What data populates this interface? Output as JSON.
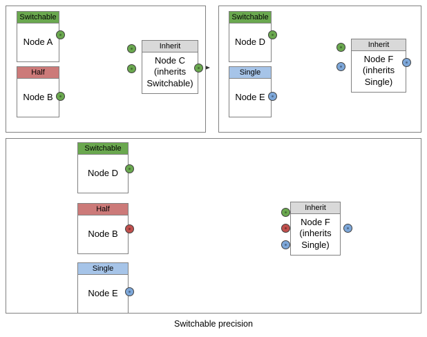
{
  "diagram": {
    "caption": "Switchable precision",
    "colors": {
      "switchable": "#6aa84f",
      "half": "#cc7a79",
      "single": "#a6c4e8",
      "inherit": "#d9d9d9",
      "port_green": "#6aa84f",
      "port_red": "#c0504d",
      "port_blue": "#7da7d9",
      "border": "#808080",
      "background": "#ffffff"
    },
    "panels": [
      {
        "id": "panel-top-left",
        "nodes": [
          {
            "id": "node-a",
            "header": "Switchable",
            "label": "Node A"
          },
          {
            "id": "node-b",
            "header": "Half",
            "label": "Node B"
          },
          {
            "id": "node-c",
            "header": "Inherit",
            "label": "Node C\n(inherits\nSwitchable)"
          }
        ],
        "ports": [
          {
            "id": "node-a-out",
            "color": "green"
          },
          {
            "id": "node-b-out",
            "color": "green"
          },
          {
            "id": "node-c-in-1",
            "color": "green"
          },
          {
            "id": "node-c-in-2",
            "color": "green"
          },
          {
            "id": "node-c-out",
            "color": "green"
          }
        ],
        "edges": [
          {
            "from": "node-a-out",
            "to": "node-c-in-1"
          },
          {
            "from": "node-b-out",
            "to": "node-c-in-2"
          },
          {
            "from": "node-c-out",
            "to": "outside"
          }
        ]
      },
      {
        "id": "panel-top-right",
        "nodes": [
          {
            "id": "node-d",
            "header": "Switchable",
            "label": "Node D"
          },
          {
            "id": "node-e",
            "header": "Single",
            "label": "Node E"
          },
          {
            "id": "node-f",
            "header": "Inherit",
            "label": "Node F\n(inherits\nSingle)"
          }
        ],
        "ports": [
          {
            "id": "node-d-out",
            "color": "green"
          },
          {
            "id": "node-e-out",
            "color": "blue"
          },
          {
            "id": "node-f-in-1",
            "color": "green"
          },
          {
            "id": "node-f-in-2",
            "color": "blue"
          },
          {
            "id": "node-f-out",
            "color": "blue"
          }
        ],
        "edges": [
          {
            "from": "node-d-out",
            "to": "node-f-in-1"
          },
          {
            "from": "node-e-out",
            "to": "node-f-in-2"
          },
          {
            "from": "node-f-out",
            "to": "outside"
          }
        ]
      },
      {
        "id": "panel-bottom",
        "nodes": [
          {
            "id": "node-d2",
            "header": "Switchable",
            "label": "Node D"
          },
          {
            "id": "node-b2",
            "header": "Half",
            "label": "Node B"
          },
          {
            "id": "node-e2",
            "header": "Single",
            "label": "Node E"
          },
          {
            "id": "node-f2",
            "header": "Inherit",
            "label": "Node F\n(inherits\nSingle)"
          }
        ],
        "ports": [
          {
            "id": "node-d2-out",
            "color": "green"
          },
          {
            "id": "node-b2-out",
            "color": "red"
          },
          {
            "id": "node-e2-out",
            "color": "blue"
          },
          {
            "id": "node-f2-in-1",
            "color": "green"
          },
          {
            "id": "node-f2-in-2",
            "color": "red"
          },
          {
            "id": "node-f2-in-3",
            "color": "blue"
          },
          {
            "id": "node-f2-out",
            "color": "blue"
          }
        ],
        "edges": [
          {
            "from": "node-d2-out",
            "to": "node-f2-in-1"
          },
          {
            "from": "node-b2-out",
            "to": "node-f2-in-2"
          },
          {
            "from": "node-e2-out",
            "to": "node-f2-in-3"
          }
        ]
      }
    ],
    "labels": {
      "node_a": "Node A",
      "node_b": "Node B",
      "node_c_line1": "Node C",
      "node_c_line2": "(inherits",
      "node_c_line3": "Switchable)",
      "node_d": "Node D",
      "node_e": "Node E",
      "node_f_line1": "Node F",
      "node_f_line2": "(inherits",
      "node_f_line3": "Single)",
      "hdr_switchable": "Switchable",
      "hdr_half": "Half",
      "hdr_single": "Single",
      "hdr_inherit": "Inherit"
    }
  }
}
